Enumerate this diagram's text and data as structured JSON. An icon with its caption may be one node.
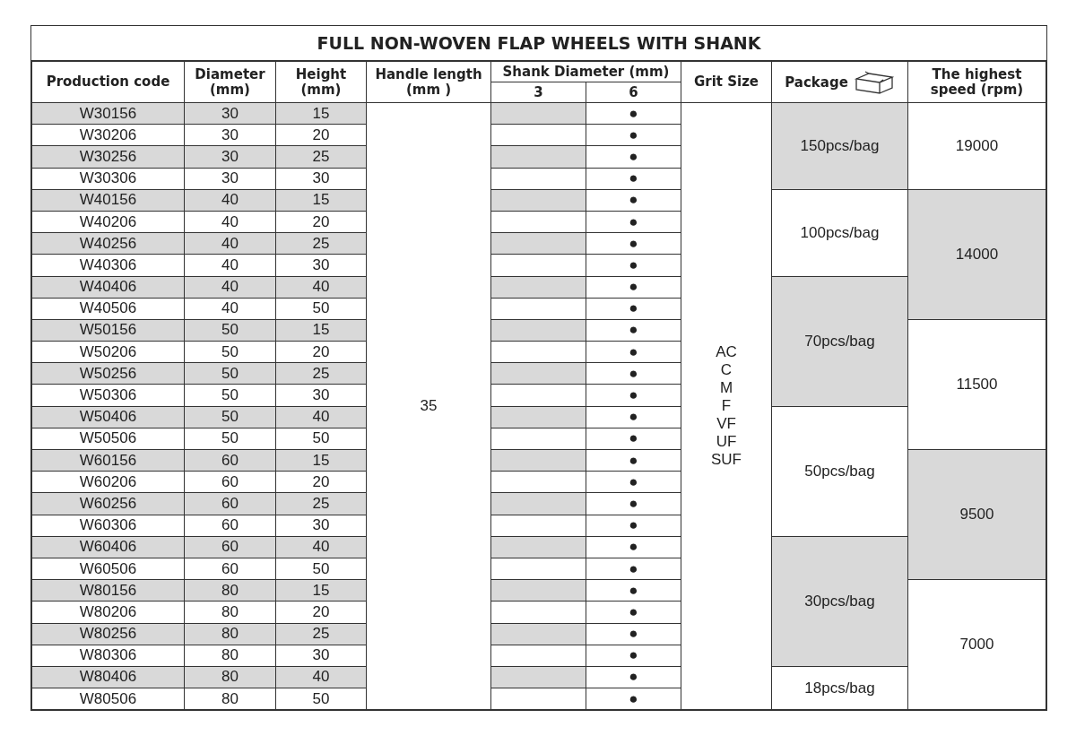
{
  "diagram": {
    "title": "FULL NON-WOVEN FLAP WHEELS WITH SHANK",
    "labels": [
      "Production code",
      "Diameter (mm)",
      "Height (mm)",
      "Handle length (mm )",
      "Shank Diameter (mm)",
      "Grit Size",
      "Package",
      "The highest speed (rpm)",
      "3",
      "6",
      "W30156",
      "30",
      "15",
      "35",
      "●",
      "AC C M F VF UF SUF",
      "150pcs/bag",
      "19000",
      "W30206",
      "30",
      "20",
      "●",
      "W30256",
      "30",
      "25",
      "●",
      "W30306",
      "30",
      "30",
      "●",
      "W40156",
      "40",
      "15",
      "●",
      "100pcs/bag",
      "14000",
      "W40206",
      "40",
      "20",
      "●",
      "W40256",
      "40",
      "25",
      "●",
      "W40306",
      "40",
      "30",
      "●",
      "W40406",
      "40",
      "40",
      "●",
      "70pcs/bag",
      "W40506",
      "40",
      "50",
      "●",
      "W50156",
      "50",
      "15",
      "●",
      "11500",
      "W50206",
      "50",
      "20",
      "●",
      "W50256",
      "50",
      "25",
      "●",
      "W50306",
      "50",
      "30",
      "●",
      "W50406",
      "50",
      "40",
      "●",
      "50pcs/bag",
      "W50506",
      "50",
      "50",
      "●",
      "W60156",
      "60",
      "15",
      "●",
      "9500",
      "W60206",
      "60",
      "20",
      "●",
      "W60256",
      "60",
      "25",
      "●",
      "W60306",
      "60",
      "30",
      "●",
      "W60406",
      "60",
      "40",
      "●",
      "30pcs/bag",
      "W60506",
      "60",
      "50",
      "●",
      "W80156",
      "80",
      "15",
      "●",
      "7000",
      "W80206",
      "80",
      "20",
      "●",
      "W80256",
      "80",
      "25",
      "●",
      "W80306",
      "80",
      "30",
      "●",
      "W80406",
      "80",
      "40",
      "●",
      "18pcs/bag",
      "W80506",
      "80",
      "50",
      "●"
    ]
  }
}
